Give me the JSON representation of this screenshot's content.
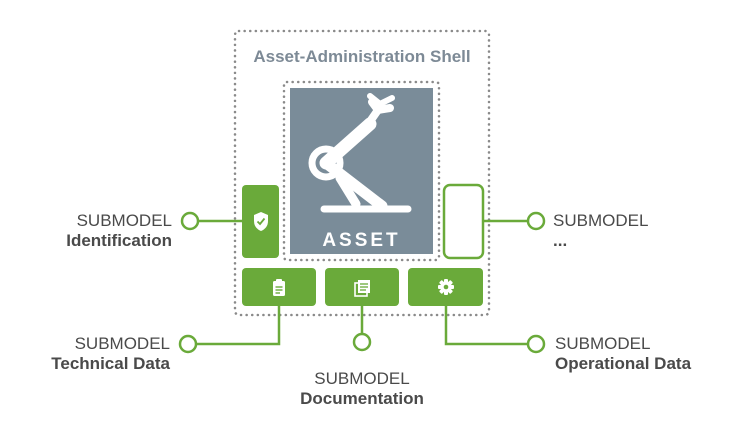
{
  "shell": {
    "title": "Asset-Administration Shell"
  },
  "asset": {
    "label": "ASSET",
    "icon": "robot-arm-icon"
  },
  "submodels": {
    "identification": {
      "line1": "SUBMODEL",
      "line2": "Identification",
      "icon": "shield-check-icon"
    },
    "technical": {
      "line1": "SUBMODEL",
      "line2": "Technical Data",
      "icon": "clipboard-icon"
    },
    "documentation": {
      "line1": "SUBMODEL",
      "line2": "Documentation",
      "icon": "documents-icon"
    },
    "operational": {
      "line1": "SUBMODEL",
      "line2": "Operational Data",
      "icon": "gear-icon"
    },
    "more": {
      "line1": "SUBMODEL",
      "line2": "..."
    }
  },
  "colors": {
    "green": "#6aaa3a",
    "asset_gray": "#7a8c99",
    "dots": "#8a8a8a",
    "title": "#7d8a96",
    "text": "#4a4a4a"
  }
}
